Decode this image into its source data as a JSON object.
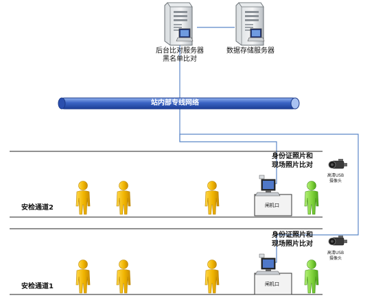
{
  "servers": [
    {
      "name": "server-compare",
      "label": "后台比对服务器",
      "sublabel": "黑名单比对"
    },
    {
      "name": "server-storage",
      "label": "数据存储服务器"
    }
  ],
  "network": {
    "label": "站内部专线网络"
  },
  "lanes": [
    {
      "label": "安检通道2",
      "compare_label_1": "身份证照片和",
      "compare_label_2": "现场照片比对",
      "camera_label_1": "高清USB",
      "camera_label_2": "摄像头",
      "gate_label": "闸机口"
    },
    {
      "label": "安检通道1",
      "compare_label_1": "身份证照片和",
      "compare_label_2": "现场照片比对",
      "camera_label_1": "高清USB",
      "camera_label_2": "摄像头",
      "gate_label": "闸机口"
    }
  ],
  "colors": {
    "line": "#5a86c8",
    "pipe": "#2f57b8",
    "waiting_person": "#f0b400",
    "verified_person": "#7fd23a"
  }
}
